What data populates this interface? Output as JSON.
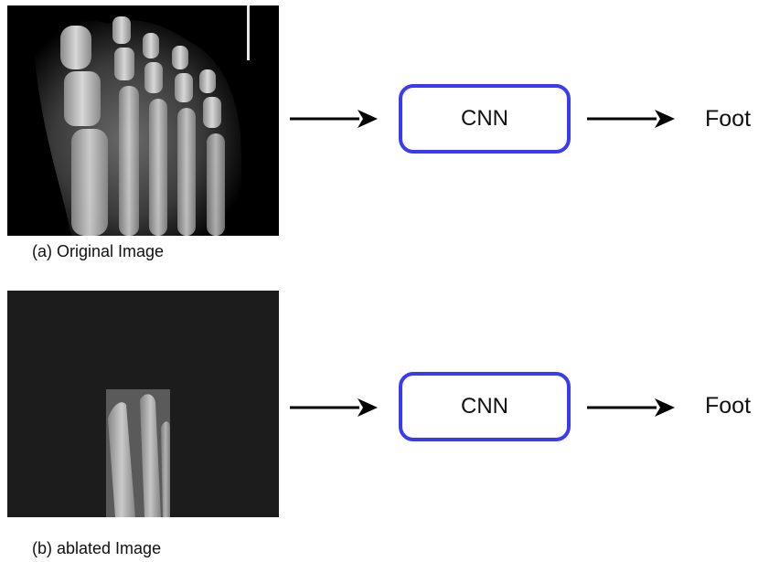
{
  "row_a": {
    "caption": "(a) Original Image",
    "model_label": "CNN",
    "output_label": "Foot"
  },
  "row_b": {
    "caption": "(b) ablated Image",
    "model_label": "CNN",
    "output_label": "Foot"
  },
  "colors": {
    "box_border": "#3a3af0",
    "arrow": "#000000",
    "xray_background": "#000000",
    "ablated_background": "#1c1c1c"
  }
}
